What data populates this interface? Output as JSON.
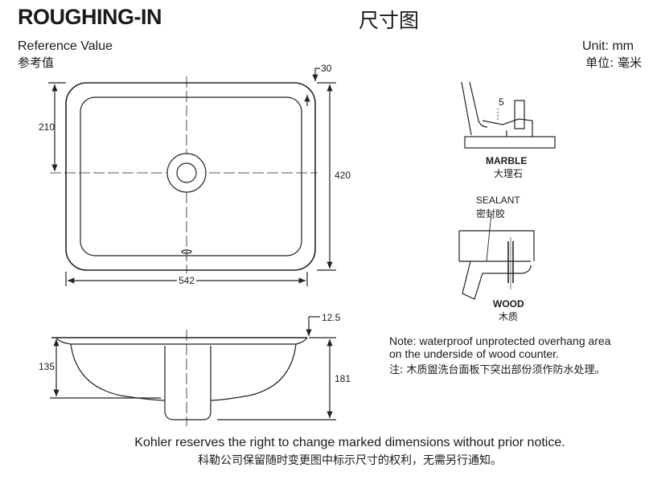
{
  "header": {
    "title": "ROUGHING-IN",
    "title_cn": "尺寸图",
    "reference": "Reference Value",
    "reference_cn": "参考值",
    "unit": "Unit: mm",
    "unit_cn": "单位: 毫米"
  },
  "top_view": {
    "width": "542",
    "depth": "420",
    "drain_offset": "210",
    "rim": "30"
  },
  "side_view": {
    "bowl_depth": "135",
    "overall_depth": "181",
    "rim_height": "12.5"
  },
  "details": {
    "marble": {
      "gap": "5",
      "label": "MARBLE",
      "label_cn": "大理石"
    },
    "wood": {
      "sealant": "SEALANT",
      "sealant_cn": "密封胶",
      "label": "WOOD",
      "label_cn": "木质"
    }
  },
  "note": {
    "line1": "Note: waterproof unprotected overhang area",
    "line2": "on the underside of wood counter.",
    "line_cn": "注:  木质盥洗台面板下突出部份须作防水处理。"
  },
  "footer": {
    "line1": "Kohler reserves the right to change marked dimensions without prior notice.",
    "line_cn": "科勒公司保留随时变更图中标示尺寸的权利，无需另行通知。"
  }
}
